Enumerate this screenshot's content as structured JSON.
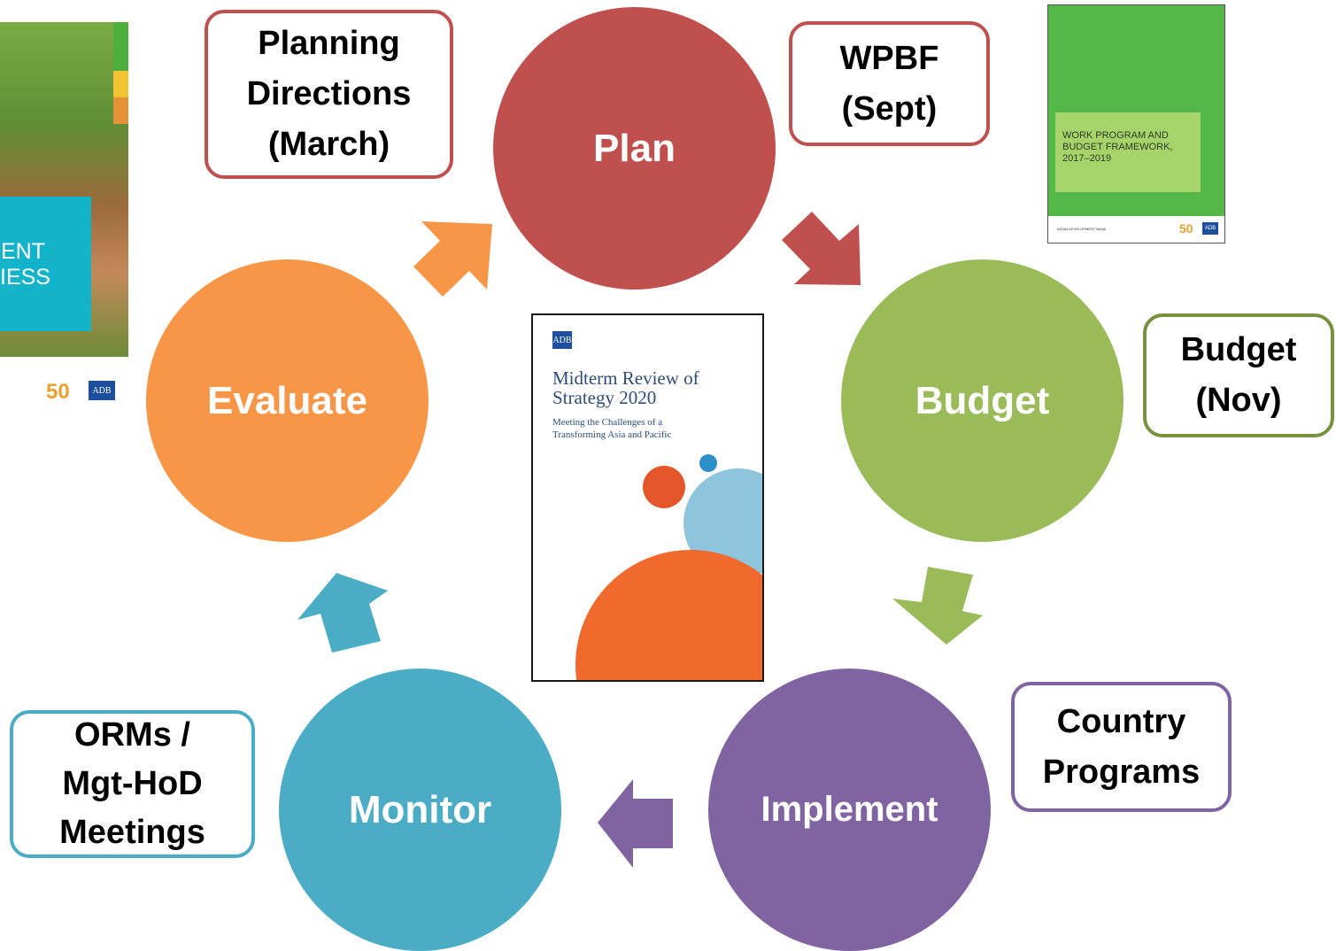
{
  "colors": {
    "plan": "#c0504d",
    "budget": "#9bbb59",
    "implement": "#8064a2",
    "monitor": "#4bacc6",
    "evaluate": "#f79646"
  },
  "cycle": {
    "plan": "Plan",
    "budget": "Budget",
    "implement": "Implement",
    "monitor": "Monitor",
    "evaluate": "Evaluate"
  },
  "callouts": {
    "planning_directions": [
      "Planning",
      "Directions",
      "(March)"
    ],
    "wpbf": [
      "WPBF",
      "(Sept)"
    ],
    "budget_nov": [
      "Budget",
      "(Nov)"
    ],
    "country_programs": [
      "Country",
      "Programs"
    ],
    "orms": [
      "ORMs /",
      "Mgt-HoD",
      "Meetings"
    ]
  },
  "covers": {
    "wpbf": {
      "title": "WORK PROGRAM AND\nBUDGET FRAMEWORK,\n2017–2019",
      "org": "ASIAN DEVELOPMENT BANK",
      "fifty": "50",
      "logo": "ADB"
    },
    "midterm": {
      "logo": "ADB",
      "title": "Midterm Review of\nStrategy 2020",
      "subtitle": "Meeting the Challenges of a\nTransforming Asia and Pacific"
    },
    "effectiveness": {
      "title": "ENT\nIESS",
      "fifty": "50",
      "logo": "ADB"
    }
  }
}
